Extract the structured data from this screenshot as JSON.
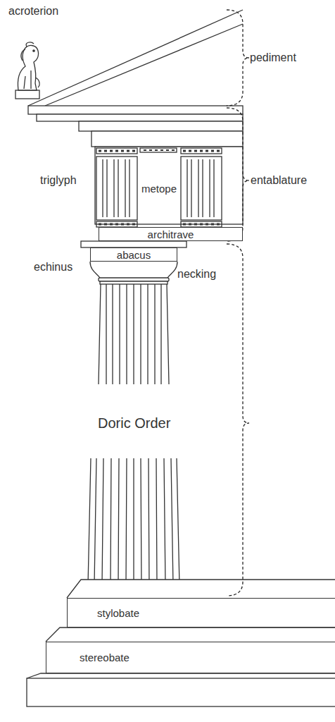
{
  "diagram": {
    "nodes": [
      {
        "text": [
          "metope"
        ]
      },
      {
        "text": [
          "architrave"
        ]
      },
      {
        "text": [
          "abacus"
        ]
      },
      {
        "text": [
          "stylobate"
        ]
      },
      {
        "text": [
          "stereobate"
        ]
      }
    ],
    "labels": [
      "acroterion",
      "pediment",
      "triglyph",
      "entablature",
      "echinus",
      "necking",
      "Doric Order"
    ]
  }
}
